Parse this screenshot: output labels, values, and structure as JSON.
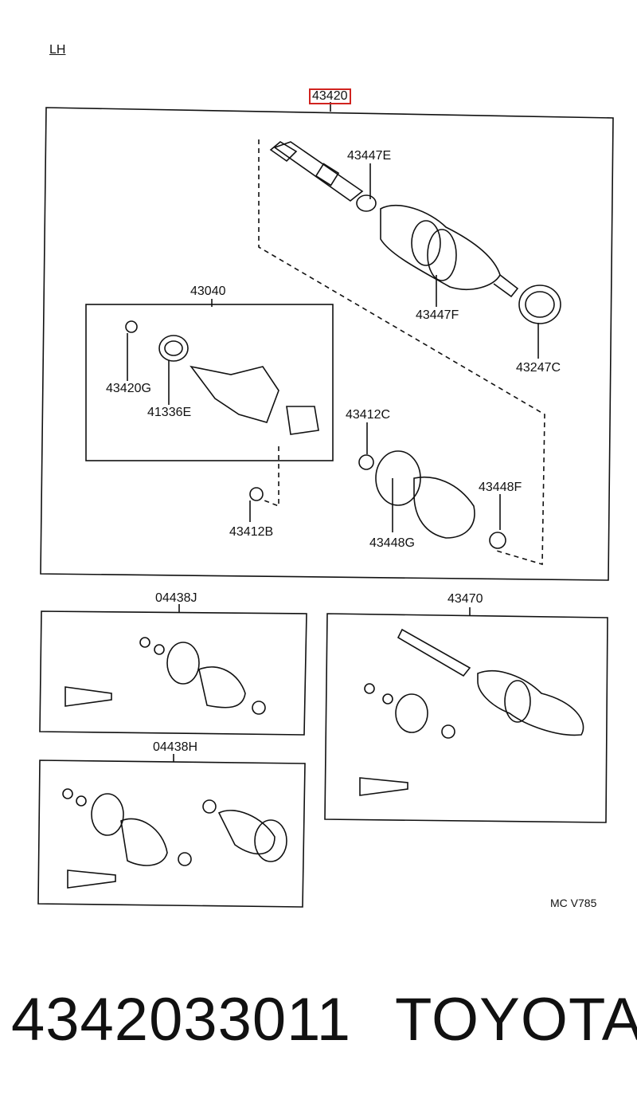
{
  "header": {
    "side_label": "LH"
  },
  "callouts": {
    "main_assembly": "43420",
    "boot_clamp_upper": "43447E",
    "boot_clamp_lower": "43447F",
    "dust_deflector": "43247C",
    "inner_joint": "43040",
    "snap_ring_inner": "43420G",
    "dust_deflector_inner": "41336E",
    "snap_ring_shaft": "43412C",
    "snap_ring_b": "43412B",
    "boot_clamp_f": "43448F",
    "boot_clamp_g": "43448G",
    "boot_kit_j": "04438J",
    "boot_kit_h": "04438H",
    "outer_shaft": "43470"
  },
  "diagram_code": "MC V785",
  "footer": {
    "part_number": "4342033011",
    "brand": "TOYOTA"
  },
  "colors": {
    "highlight": "#d0231f",
    "ink": "#111111"
  }
}
